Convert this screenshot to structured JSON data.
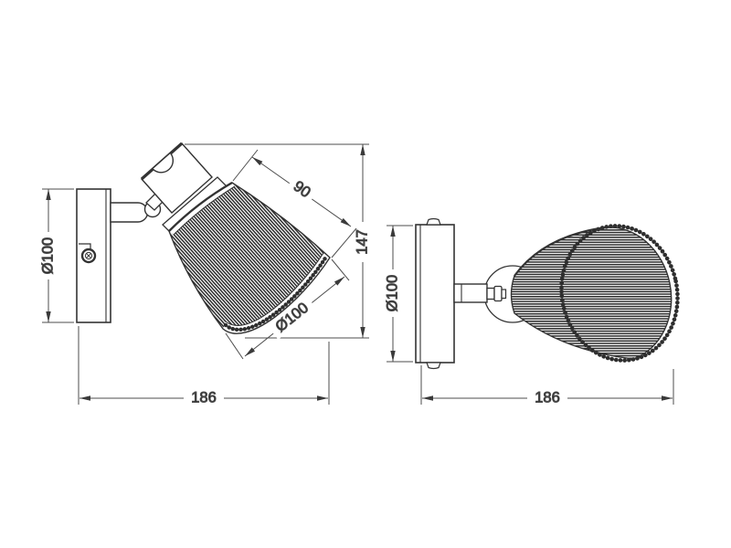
{
  "drawing": {
    "title": "wall-spotlight-dimension-drawing",
    "background_color": "#ffffff",
    "line_color": "#333333",
    "dimension_line_color": "#4d4d4d",
    "text_color": "#1a1a1a",
    "front_view": {
      "dim_plate_diameter": "Ø100",
      "dim_shade_length": "90",
      "dim_overall_height": "147",
      "dim_shade_diameter": "Ø100",
      "dim_overall_depth": "186"
    },
    "side_view": {
      "dim_plate_diameter": "Ø100",
      "dim_overall_depth": "186"
    }
  }
}
